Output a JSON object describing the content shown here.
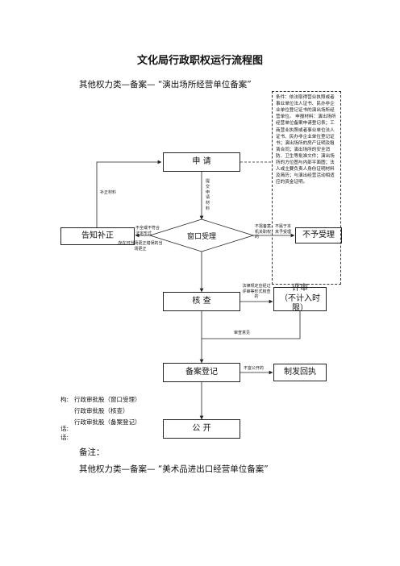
{
  "header": {
    "title": "文化局行政职权运行流程图",
    "subtitle": "其他权力类—备案— “演出场所经营单位备案”"
  },
  "flow": {
    "apply": "申 请",
    "window": "窗口受理",
    "notify": "告知补正",
    "reject": "不予受理",
    "check": "核 查",
    "review_line1": "评审",
    "review_line2": "（不计入时限）",
    "register": "备案登记",
    "issue": "制发回执",
    "publish": "公 开"
  },
  "labels": {
    "submit_materials": "提交申请材料",
    "supplement": "补正材料",
    "incomplete": "不全或不符合法定形式",
    "correct_on_spot": "存在可当场更正错误的当场更正",
    "not_in_scope": "不需备案、不属于本机关职权，未予受理的",
    "review_needed": "法律规定应经过评审等形式核查的",
    "review_opinion": "审查意见",
    "not_public": "不宜公开的"
  },
  "conditions": "条件：依法取得营业执照或者事业单位法人证书、民办非企业单位登记证书的演出场所经营单位。 申报材料：演出场所经营单位备案申请登记表；工商营业执照或者事业单位法人证书、民办非企业单位登记证书；演出场所的房产证明及租赁合同；演出场所的安全消防、卫生等批准文件；演出场所的方位图与内部平面图；法人或主要负责人身份证明材料及简历；与演出经营活动相适应的资金证明。",
  "footer": {
    "org_label": "构:",
    "staff": [
      "行政审批股（窗口受理）",
      "行政审批股（核查）",
      "行政审批股（备案登记）"
    ],
    "phone_label": "话:",
    "phone2_label": "话:"
  },
  "remarks": {
    "label": "备注：",
    "next_title": "其他权力类—备案— “美术品进出口经营单位备案”"
  }
}
